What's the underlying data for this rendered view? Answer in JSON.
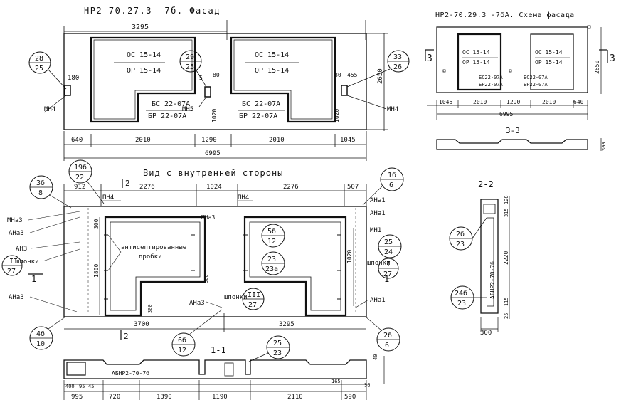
{
  "titles": {
    "main_facade": "НР2-70.27.3 -7б. Фасад",
    "small_facade": "НР2-70.29.3 -7бА. Схема фасада",
    "inner_view": "Вид с внутренней стороны",
    "section_33": "3-3",
    "section_22": "2-2",
    "section_11": "1-1"
  },
  "facade": {
    "dim_top": "3295",
    "dims_bottom": [
      "640",
      "2010",
      "1290",
      "2010",
      "1045"
    ],
    "dim_total": "6995",
    "dim_right": "2650",
    "window1": {
      "top": "ОС 15-14",
      "bottom": "ОР 15-14"
    },
    "window2": {
      "top": "ОС 15-14",
      "bottom": "ОР 15-14"
    },
    "door1": {
      "top": "БС 22-07А",
      "bottom": "БР 22-07А"
    },
    "door2": {
      "top": "БС 22-07А",
      "bottom": "БР 22-07А"
    },
    "callouts": [
      {
        "top": "28",
        "bottom": "25"
      },
      {
        "top": "29",
        "bottom": "25"
      },
      {
        "top": "33",
        "bottom": "26"
      }
    ],
    "labels": [
      "МН4",
      "МН5",
      "МН4"
    ],
    "small_dims": [
      "180",
      "5",
      "80",
      "1020",
      "80",
      "455",
      "1020"
    ]
  },
  "small_facade": {
    "window1": {
      "top": "ОС 15-14",
      "bottom": "ОР 15-14"
    },
    "window2": {
      "top": "ОС 15-14",
      "bottom": "ОР 15-14"
    },
    "door": {
      "line1": "БС22-07А",
      "line2": "БР22-07А",
      "line3": "БС22-07А",
      "line4": "БР22-07А"
    },
    "dims": [
      "1045",
      "2010",
      "1290",
      "2010",
      "640"
    ],
    "dim_total": "6995",
    "dim_right": "2650",
    "dim_33": "300",
    "marks": [
      "3",
      "3"
    ]
  },
  "inner": {
    "dims_top": [
      "912",
      "2276",
      "1024",
      "2276",
      "507"
    ],
    "callouts": [
      {
        "top": "3б",
        "bottom": "8"
      },
      {
        "top": "19б",
        "bottom": "22"
      },
      {
        "top": "1б",
        "bottom": "6"
      },
      {
        "top": "5б",
        "bottom": "12"
      },
      {
        "top": "23",
        "bottom": "23а"
      },
      {
        "top": "25",
        "bottom": "24"
      },
      {
        "top": "II",
        "bottom": "27"
      },
      {
        "top": "III",
        "bottom": "27"
      },
      {
        "top": "I",
        "bottom": "27"
      },
      {
        "top": "4б",
        "bottom": "10"
      },
      {
        "top": "6б",
        "bottom": "12"
      },
      {
        "top": "2б",
        "bottom": "6"
      }
    ],
    "left_labels": [
      "МНа3",
      "АНа3",
      "АН3",
      "шпонки",
      "АНа3"
    ],
    "right_labels": [
      "АНа1",
      "АНа1",
      "МН1",
      "шпонки",
      "АНа1"
    ],
    "top_labels": [
      "ПН4",
      "ПН4",
      "МНа3"
    ],
    "note_line1": "антисептированные",
    "note_line2": "пробки",
    "shponki_center": "шпонки",
    "ana3_center": "АНа3",
    "dims_left": [
      "300",
      "1800"
    ],
    "dims_right": [
      "1020"
    ],
    "dims_inner": [
      "300",
      "300"
    ],
    "dims_bottom": [
      "3700",
      "3295"
    ],
    "section_marks": [
      "1",
      "1",
      "2",
      "2"
    ]
  },
  "section22": {
    "dims": [
      "128",
      "315",
      "2220",
      "115",
      "25",
      "300"
    ],
    "label": "АБНР2-70-7б",
    "callouts": [
      {
        "top": "2б",
        "bottom": "23"
      },
      {
        "top": "24б",
        "bottom": "23"
      }
    ]
  },
  "section11": {
    "dims": [
      "995",
      "720",
      "1390",
      "1190",
      "2110",
      "590"
    ],
    "dims_small": [
      "400",
      "95",
      "45",
      "165",
      "90",
      "40"
    ],
    "label": "АБНР2-70-7б",
    "callout": {
      "top": "25",
      "bottom": "23"
    }
  }
}
